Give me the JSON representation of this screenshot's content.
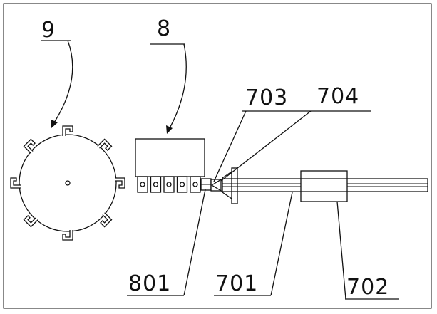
{
  "labels": {
    "wheel": "9",
    "block": "8",
    "joint": "703",
    "nozzle": "704",
    "feeder": "801",
    "tube": "701",
    "sleeve": "702"
  },
  "wheel": {
    "clip_count": 8
  },
  "block": {
    "slot_count": 5
  }
}
